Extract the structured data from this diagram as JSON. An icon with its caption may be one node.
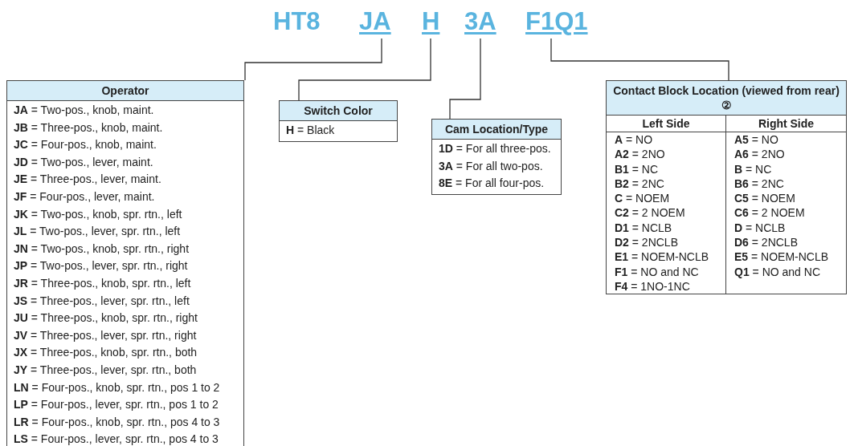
{
  "diagram": {
    "nodes": [
      {
        "text": [
          "JA"
        ]
      },
      {
        "text": [
          "H"
        ]
      },
      {
        "text": [
          "3A"
        ]
      },
      {
        "text": [
          "F1Q1"
        ]
      },
      {
        "text": [
          "Operator",
          "**JA** = Two-pos., knob, maint.",
          "**JB** = Three-pos., knob, maint.",
          "**JC** = Four-pos., knob, maint.",
          "**JD** = Two-pos., lever, maint.",
          "**JE** = Three-pos., lever, maint.",
          "**JF** = Four-pos., lever, maint.",
          "**JK** = Two-pos., knob, spr. rtn., left",
          "**JL** = Two-pos., lever, spr. rtn., left",
          "**JN** = Two-pos., knob, spr. rtn., right",
          "**JP** = Two-pos., lever, spr. rtn., right",
          "**JR** = Three-pos., knob, spr. rtn., left",
          "**JS** = Three-pos., lever, spr. rtn., left",
          "**JU** = Three-pos., knob, spr. rtn., right",
          "**JV** = Three-pos., lever, spr. rtn., right",
          "**JX** = Three-pos., knob, spr. rtn., both",
          "**JY** = Three-pos., lever, spr. rtn., both",
          "**LN** = Four-pos., knob, spr. rtn., pos 1 to 2",
          "**LP** = Four-pos., lever, spr. rtn., pos 1 to 2",
          "**LR** = Four-pos., knob, spr. rtn., pos 4 to 3",
          "**LS** = Four-pos., lever, spr. rtn., pos 4 to 3"
        ]
      },
      {
        "text": [
          "Switch Color",
          "**H** = Black"
        ]
      },
      {
        "text": [
          "Cam Location/Type",
          "**1D** = For all three-pos.",
          "**3A** = For all two-pos.",
          "**8E** = For all four-pos."
        ]
      },
      {
        "text": [
          "Contact Block Location (viewed from rear) ②",
          "Left Side",
          "Right Side",
          "**A** = NO",
          "**A5** = NO",
          "**A2** = 2NO",
          "**A6** = 2NO",
          "**B1** = NC",
          "**B** = NC",
          "**B2** = 2NC",
          "**B6** = 2NC",
          "**C** = NOEM",
          "**C5** = NOEM",
          "**C2** = 2 NOEM",
          "**C6** = 2 NOEM",
          "**D1** = NCLB",
          "**D** = NCLB",
          "**D2** = 2NCLB",
          "**D6** = 2NCLB",
          "**E1** = NOEM-NCLB",
          "**E5** = NOEM-NCLB",
          "**F1** = NO and NC",
          "**Q1** = NO and NC",
          "**F4** = 1NO-1NC"
        ]
      }
    ],
    "edges": [
      {
        "from": 0,
        "to": 4,
        "arrow": "none"
      },
      {
        "from": 1,
        "to": 5,
        "arrow": "none"
      },
      {
        "from": 2,
        "to": 6,
        "arrow": "none"
      },
      {
        "from": 3,
        "to": 7,
        "arrow": "none"
      }
    ],
    "labels": [
      "HT8"
    ]
  }
}
